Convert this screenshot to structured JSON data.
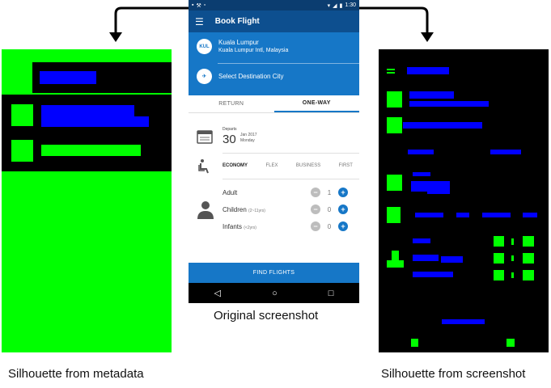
{
  "captions": {
    "left": "Silhouette from metadata",
    "center": "Original screenshot",
    "right": "Silhouette from screenshot"
  },
  "colors": {
    "silhouette_green": "#00ff00",
    "silhouette_blue": "#0000ff",
    "silhouette_black": "#000000",
    "app_dark_blue": "#0d4f8f",
    "app_blue": "#1677c7"
  },
  "phone": {
    "status_time": "1:30",
    "app_title": "Book Flight",
    "menu_icon": "hamburger-icon",
    "origin": {
      "code": "KUL",
      "city": "Kuala Lumpur",
      "airport": "Kuala Lumpur Intl, Malaysia"
    },
    "destination_placeholder": "Select Destination City",
    "tabs": [
      "RETURN",
      "ONE-WAY"
    ],
    "departs_label": "Departs",
    "depart_day": "30",
    "depart_month_year": "Jan 2017",
    "depart_weekday": "Monday",
    "classes": [
      "ECONOMY",
      "FLEX",
      "BUSINESS",
      "FIRST"
    ],
    "passengers": [
      {
        "label": "Adult",
        "age": "",
        "count": "1"
      },
      {
        "label": "Children",
        "age": "(2~11yrs)",
        "count": "0"
      },
      {
        "label": "Infants",
        "age": "(<2yrs)",
        "count": "0"
      }
    ],
    "find_button": "FIND FLIGHTS",
    "nav": [
      "◁",
      "○",
      "□"
    ]
  }
}
